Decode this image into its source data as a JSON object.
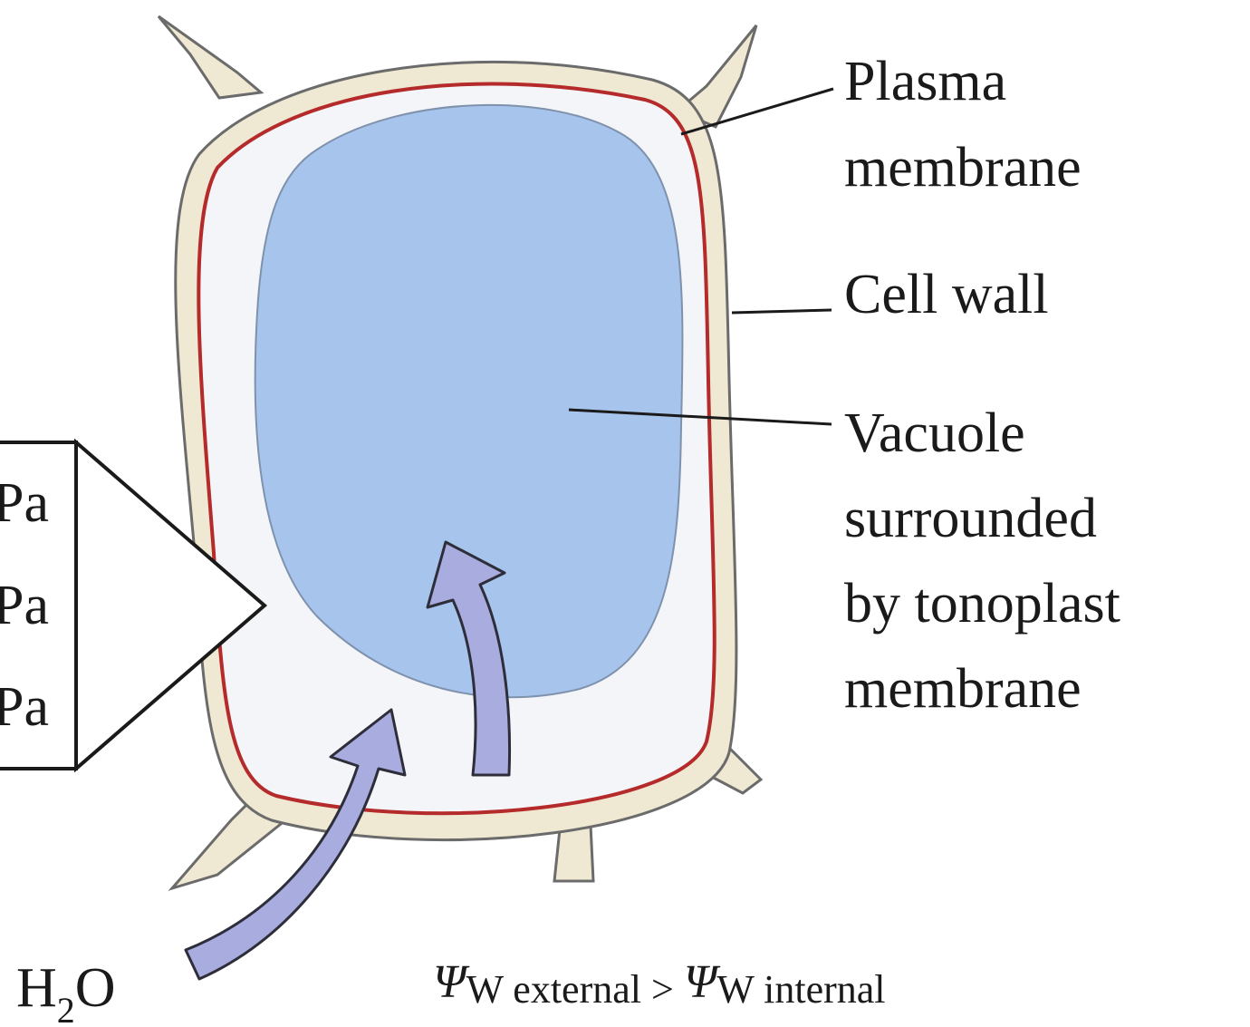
{
  "labels": {
    "plasma_membrane": [
      "Plasma",
      "membrane"
    ],
    "cell_wall": "Cell wall",
    "vacuole": [
      "Vacuole",
      "surrounded",
      "by tonoplast",
      "membrane"
    ]
  },
  "box_labels": [
    "Pa",
    "Pa",
    "Pa"
  ],
  "water": {
    "main": "H",
    "subscript": "2",
    "end": "O"
  },
  "equation": {
    "psi": "Ψ",
    "sub_external": "W external",
    "comparator": " > ",
    "sub_internal": "W internal"
  },
  "colors": {
    "cell_wall": "#efe8d2",
    "plasma_membrane": "#b52a2a",
    "cytoplasm": "#f4f5f9",
    "vacuole": "#a7c4ec",
    "arrow": "#a9acdf"
  }
}
